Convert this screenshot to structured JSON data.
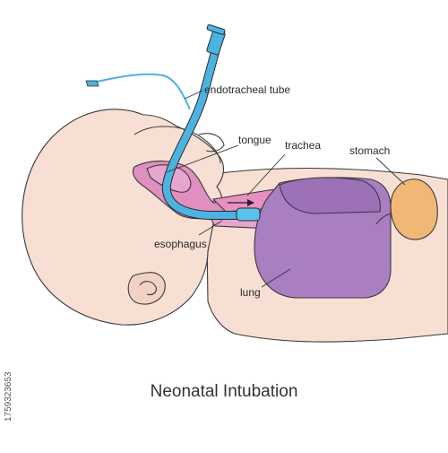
{
  "title": "Neonatal Intubation",
  "labels": {
    "endotracheal_tube": "endotracheal tube",
    "tongue": "tongue",
    "trachea": "trachea",
    "stomach": "stomach",
    "esophagus": "esophagus",
    "lung": "lung"
  },
  "stock_id": "1759323653",
  "colors": {
    "skin": "#f7dfd3",
    "airway_pink": "#df8fc0",
    "lung_purple": "#a97fc2",
    "stomach_orange": "#f1b774",
    "tube_blue": "#4cb3e0"
  }
}
